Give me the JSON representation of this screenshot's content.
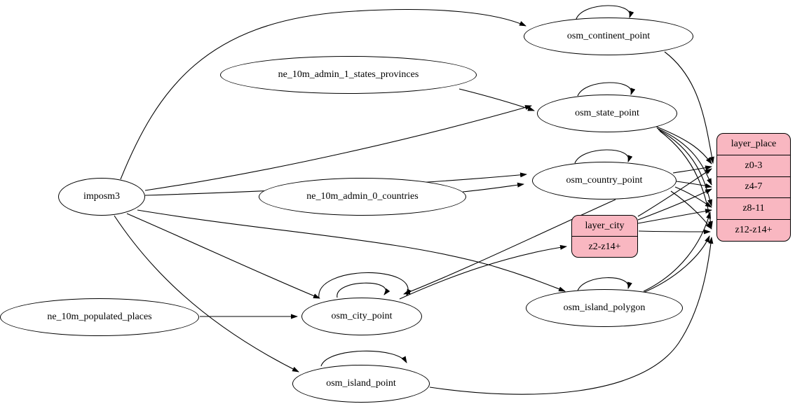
{
  "diagram": {
    "type": "graphviz-digraph",
    "direction": "left-to-right",
    "description": "ETL dependency graph: imposm3 and Natural Earth sources feed osm place tables, which feed layer_city and layer_place zoom rows"
  },
  "colors": {
    "record_fill": "#F9B7C1",
    "ellipse_fill": "#FFFFFF",
    "stroke": "#000000",
    "background": "#FFFFFF"
  },
  "nodes": [
    {
      "id": "imposm3",
      "type": "ellipse",
      "label": "imposm3"
    },
    {
      "id": "ne_10m_admin_1_states_provinces",
      "type": "ellipse",
      "label": "ne_10m_admin_1_states_provinces"
    },
    {
      "id": "ne_10m_admin_0_countries",
      "type": "ellipse",
      "label": "ne_10m_admin_0_countries"
    },
    {
      "id": "ne_10m_populated_places",
      "type": "ellipse",
      "label": "ne_10m_populated_places"
    },
    {
      "id": "osm_continent_point",
      "type": "ellipse",
      "label": "osm_continent_point"
    },
    {
      "id": "osm_state_point",
      "type": "ellipse",
      "label": "osm_state_point"
    },
    {
      "id": "osm_country_point",
      "type": "ellipse",
      "label": "osm_country_point"
    },
    {
      "id": "osm_city_point",
      "type": "ellipse",
      "label": "osm_city_point"
    },
    {
      "id": "osm_island_polygon",
      "type": "ellipse",
      "label": "osm_island_polygon"
    },
    {
      "id": "osm_island_point",
      "type": "ellipse",
      "label": "osm_island_point"
    },
    {
      "id": "layer_city",
      "type": "record",
      "rows": [
        "layer_city",
        "z2-z14+"
      ]
    },
    {
      "id": "layer_place",
      "type": "record",
      "rows": [
        "layer_place",
        "z0-3",
        "z4-7",
        "z8-11",
        "z12-z14+"
      ]
    }
  ],
  "edges": [
    {
      "id": "e1",
      "from": "imposm3",
      "to": "osm_continent_point"
    },
    {
      "id": "e2",
      "from": "imposm3",
      "to": "osm_state_point"
    },
    {
      "id": "e3",
      "from": "imposm3",
      "to": "osm_country_point"
    },
    {
      "id": "e4",
      "from": "imposm3",
      "to": "osm_city_point"
    },
    {
      "id": "e5",
      "from": "imposm3",
      "to": "osm_island_polygon"
    },
    {
      "id": "e6",
      "from": "imposm3",
      "to": "osm_island_point"
    },
    {
      "id": "e7",
      "from": "ne_10m_admin_1_states_provinces",
      "to": "osm_state_point"
    },
    {
      "id": "e8",
      "from": "ne_10m_admin_0_countries",
      "to": "osm_country_point"
    },
    {
      "id": "e9",
      "from": "ne_10m_populated_places",
      "to": "osm_city_point"
    },
    {
      "id": "e10",
      "from": "osm_country_point",
      "to": "osm_city_point"
    },
    {
      "id": "e11",
      "from": "osm_city_point",
      "to": "layer_city:z2-z14+"
    },
    {
      "id": "e12",
      "from": "osm_continent_point",
      "to": "osm_continent_point"
    },
    {
      "id": "e13",
      "from": "osm_state_point",
      "to": "osm_state_point"
    },
    {
      "id": "e14",
      "from": "osm_country_point",
      "to": "osm_country_point"
    },
    {
      "id": "e15",
      "from": "osm_city_point",
      "to": "osm_city_point"
    },
    {
      "id": "e16",
      "from": "osm_city_point",
      "to": "osm_city_point"
    },
    {
      "id": "e17",
      "from": "osm_island_polygon",
      "to": "osm_island_polygon"
    },
    {
      "id": "e18",
      "from": "osm_island_point",
      "to": "osm_island_point"
    },
    {
      "id": "e19",
      "from": "osm_continent_point",
      "to": "layer_place:z0-3"
    },
    {
      "id": "e20",
      "from": "osm_state_point",
      "to": "layer_place:z0-3"
    },
    {
      "id": "e21",
      "from": "osm_state_point",
      "to": "layer_place:z4-7"
    },
    {
      "id": "e22",
      "from": "osm_state_point",
      "to": "layer_place:z8-11"
    },
    {
      "id": "e23",
      "from": "osm_state_point",
      "to": "layer_place:z12-z14+"
    },
    {
      "id": "e24",
      "from": "osm_country_point",
      "to": "layer_place:z0-3"
    },
    {
      "id": "e25",
      "from": "osm_country_point",
      "to": "layer_place:z4-7"
    },
    {
      "id": "e26",
      "from": "osm_country_point",
      "to": "layer_place:z8-11"
    },
    {
      "id": "e27",
      "from": "osm_country_point",
      "to": "layer_place:z12-z14+"
    },
    {
      "id": "e28",
      "from": "layer_city:z2-z14+",
      "to": "layer_place:z0-3"
    },
    {
      "id": "e29",
      "from": "layer_city:z2-z14+",
      "to": "layer_place:z4-7"
    },
    {
      "id": "e30",
      "from": "layer_city:z2-z14+",
      "to": "layer_place:z8-11"
    },
    {
      "id": "e31",
      "from": "layer_city:z2-z14+",
      "to": "layer_place:z12-z14+"
    },
    {
      "id": "e32",
      "from": "osm_island_polygon",
      "to": "layer_place:z8-11"
    },
    {
      "id": "e33",
      "from": "osm_island_polygon",
      "to": "layer_place:z12-z14+"
    },
    {
      "id": "e34",
      "from": "osm_island_point",
      "to": "layer_place:z12-z14+"
    }
  ]
}
